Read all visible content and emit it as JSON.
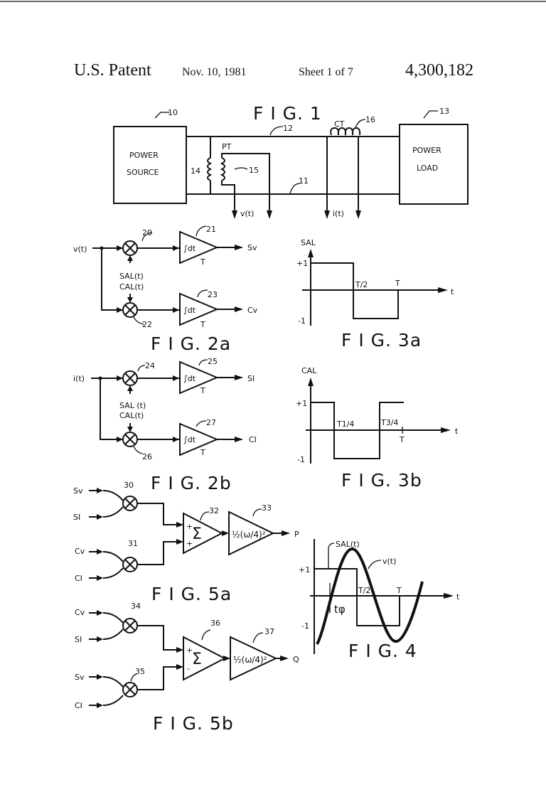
{
  "header": {
    "title": "U.S. Patent",
    "date": "Nov. 10, 1981",
    "sheet": "Sheet 1 of 7",
    "patent_number": "4,300,182"
  },
  "fig1": {
    "caption": "F I G. 1",
    "source_line1": "POWER",
    "source_line2": "SOURCE",
    "load_line1": "POWER",
    "load_line2": "LOAD",
    "pt": "PT",
    "ct": "CT",
    "v_out": "v(t)",
    "i_out": "i(t)",
    "refs": {
      "source": "10",
      "line_low": "11",
      "line_high": "12",
      "load": "13",
      "pt_primary": "14",
      "pt_secondary": "15",
      "ct": "16"
    }
  },
  "fig2a": {
    "caption": "F I G. 2a",
    "input": "v(t)",
    "sal": "SAL(t)",
    "cal": "CAL(t)",
    "integrator": "∫dt",
    "period": "T",
    "out_s": "Sv",
    "out_c": "Cv",
    "refs": {
      "mult_top": "20",
      "int_top": "21",
      "mult_bot": "22",
      "int_bot": "23"
    }
  },
  "fig2b": {
    "caption": "F I G. 2b",
    "input": "i(t)",
    "sal": "SAL (t)",
    "cal": "CAL(t)",
    "integrator": "∫dt",
    "period": "T",
    "out_s": "SI",
    "out_c": "CI",
    "refs": {
      "mult_top": "24",
      "int_top": "25",
      "mult_bot": "26",
      "int_bot": "27"
    }
  },
  "fig3a": {
    "caption": "F I G. 3a",
    "ylabel": "SAL",
    "plus": "+1",
    "minus": "-1",
    "half": "T/2",
    "full": "T",
    "xlabel": "t"
  },
  "fig3b": {
    "caption": "F I G. 3b",
    "ylabel": "CAL",
    "plus": "+1",
    "minus": "-1",
    "quarter": "T1/4",
    "three_quarter": "T3/4",
    "full": "T",
    "xlabel": "t"
  },
  "fig4": {
    "caption": "F I G. 4",
    "sal_label": "SAL(t)",
    "v_label": "v(t)",
    "plus": "+1",
    "minus": "-1",
    "half": "T/2",
    "full": "T",
    "phase": "tφ",
    "xlabel": "t"
  },
  "fig5a": {
    "caption": "F I G. 5a",
    "in1": "Sv",
    "in2": "SI",
    "in3": "Cv",
    "in4": "CI",
    "sum": "Σ",
    "sign_top": "+",
    "sign_bot": "+",
    "gain": "½(ω/4)²",
    "out": "P",
    "refs": {
      "mult_top": "30",
      "mult_bot": "31",
      "sum": "32",
      "gain": "33"
    }
  },
  "fig5b": {
    "caption": "F I G. 5b",
    "in1": "Cv",
    "in2": "SI",
    "in3": "Sv",
    "in4": "CI",
    "sum": "Σ",
    "sign_top": "+",
    "sign_bot": "-",
    "gain": "½(ω/4)²",
    "out": "Q",
    "refs": {
      "mult_top": "34",
      "mult_bot": "35",
      "sum": "36",
      "gain": "37"
    }
  }
}
